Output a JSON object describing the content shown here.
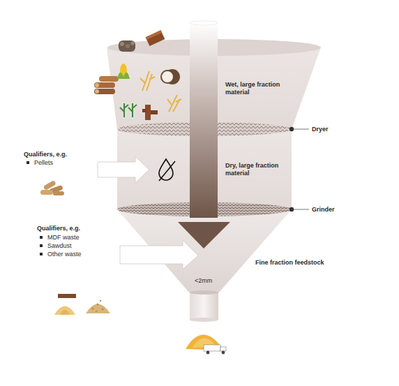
{
  "diagram": {
    "labels": [
      "Wet, large fraction material",
      "Dryer",
      "Qualifiers, e.g.",
      "Pellets",
      "Dry, large fraction material",
      "Grinder",
      "Qualifiers, e.g.",
      "MDF waste",
      "Sawdust",
      "Other waste",
      "Fine fraction feedstock",
      "<2mm"
    ]
  }
}
